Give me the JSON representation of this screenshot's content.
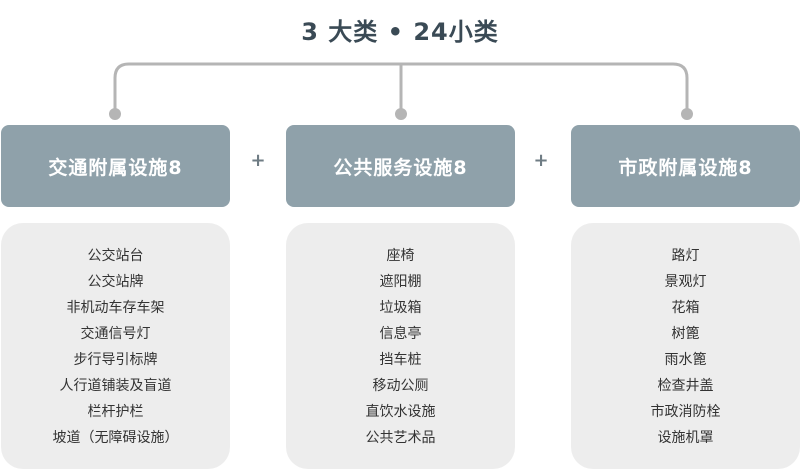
{
  "title": "3 大类 • 24小类",
  "colors": {
    "header_bg": "#8fa1aa",
    "panel_bg": "#ededed",
    "connector": "#b5b5b5",
    "title_text": "#3a4a55"
  },
  "separator": "+",
  "categories": [
    {
      "name": "交通附属设施8",
      "items": [
        "公交站台",
        "公交站牌",
        "非机动车存车架",
        "交通信号灯",
        "步行导引标牌",
        "人行道铺装及盲道",
        "栏杆护栏",
        "坡道（无障碍设施）"
      ]
    },
    {
      "name": "公共服务设施8",
      "items": [
        "座椅",
        "遮阳棚",
        "垃圾箱",
        "信息亭",
        "挡车桩",
        "移动公厕",
        "直饮水设施",
        "公共艺术品"
      ]
    },
    {
      "name": "市政附属设施8",
      "items": [
        "路灯",
        "景观灯",
        "花箱",
        "树篦",
        "雨水篦",
        "检查井盖",
        "市政消防栓",
        "设施机罩"
      ]
    }
  ]
}
